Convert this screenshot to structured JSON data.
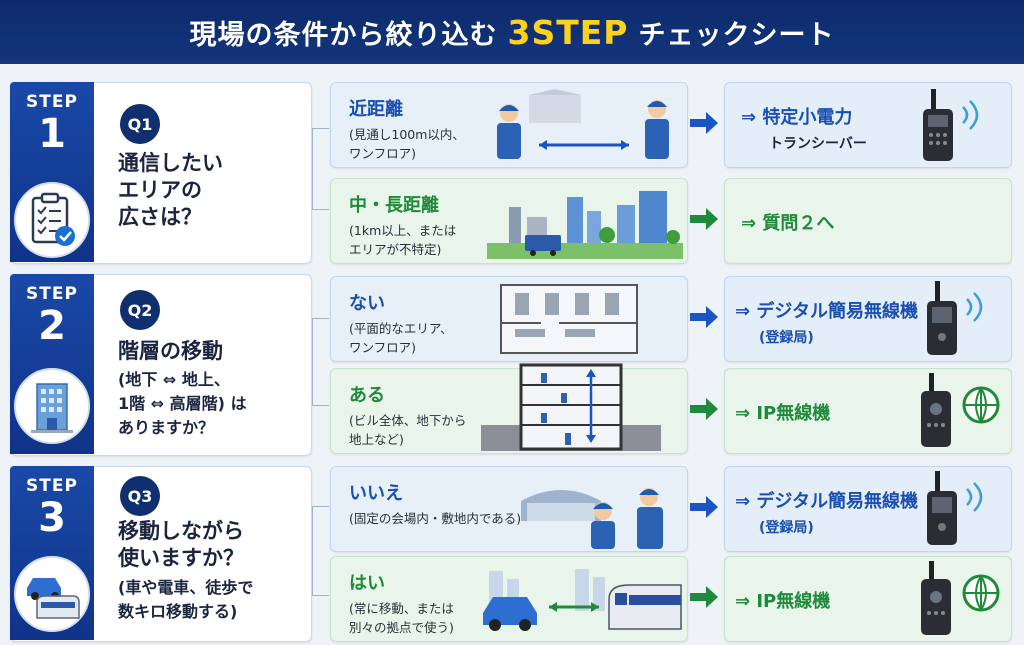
{
  "header": {
    "title_pre": "現場の条件から絞り込む",
    "title_hl": "3STEP",
    "title_post": "チェックシート"
  },
  "steps": [
    {
      "label": "STEP",
      "number": "1",
      "q": "Q1",
      "question": [
        "通信したい",
        "エリアの",
        "広さは？"
      ],
      "sub": [],
      "options": [
        {
          "title": "近距離",
          "desc": [
            "(見通し100m以内、",
            "ワンフロア)"
          ],
          "result": "⇒ 特定小電力",
          "result_sub": "トランシーバー"
        },
        {
          "title": "中・長距離",
          "desc": [
            "(1km以上、または",
            "エリアが不特定)"
          ],
          "result": "⇒ 質問２へ",
          "result_sub": ""
        }
      ]
    },
    {
      "label": "STEP",
      "number": "2",
      "q": "Q2",
      "question": [
        "階層の移動"
      ],
      "sub": [
        "(地下 ⇔ 地上、",
        "1階 ⇔ 高層階) は",
        "ありますか？"
      ],
      "options": [
        {
          "title": "ない",
          "desc": [
            "(平面的なエリア、",
            "ワンフロア)"
          ],
          "result": "⇒ デジタル簡易無線機",
          "result_sub": "(登録局)"
        },
        {
          "title": "ある",
          "desc": [
            "(ビル全体、地下から",
            "地上など)"
          ],
          "result": "⇒ IP無線機",
          "result_sub": ""
        }
      ]
    },
    {
      "label": "STEP",
      "number": "3",
      "q": "Q3",
      "question": [
        "移動しながら",
        "使いますか？"
      ],
      "sub": [
        "(車や電車、徒歩で",
        "数キロ移動する)"
      ],
      "options": [
        {
          "title": "いいえ",
          "desc": [
            "(固定の会場内・敷地内である)"
          ],
          "result": "⇒ デジタル簡易無線機",
          "result_sub": "(登録局)"
        },
        {
          "title": "はい",
          "desc": [
            "(常に移動、または",
            "別々の拠点で使う)"
          ],
          "result": "⇒ IP無線機",
          "result_sub": ""
        }
      ]
    }
  ],
  "colors": {
    "header": "#0f2f6e",
    "accent": "#ffd21a",
    "blue": "#1a4fb0",
    "green": "#1e8a3a"
  },
  "icons": [
    "clipboard-icon",
    "building-icon",
    "car-train-icon",
    "radio-icon",
    "signal-icon",
    "globe-icon"
  ]
}
